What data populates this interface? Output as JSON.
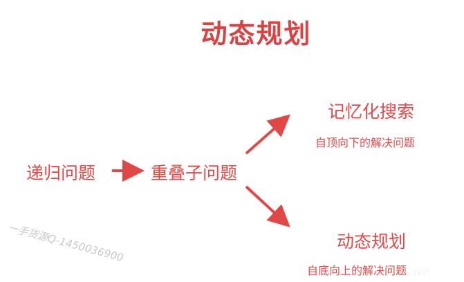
{
  "title": "动态规划",
  "nodes": {
    "recursion": "递归问题",
    "overlap": "重叠子问题",
    "memo": "记忆化搜索",
    "memo_desc": "自顶向下的解决问题",
    "dp": "动态规划",
    "dp_desc": "自底向上的解决问题"
  },
  "watermarks": {
    "diagonal": "一手货源Q-1450036900",
    "source": "https://blog.csdn.net/...GHT"
  },
  "colors": {
    "accent": "#e04848",
    "watermark": "#c8c8c8"
  }
}
